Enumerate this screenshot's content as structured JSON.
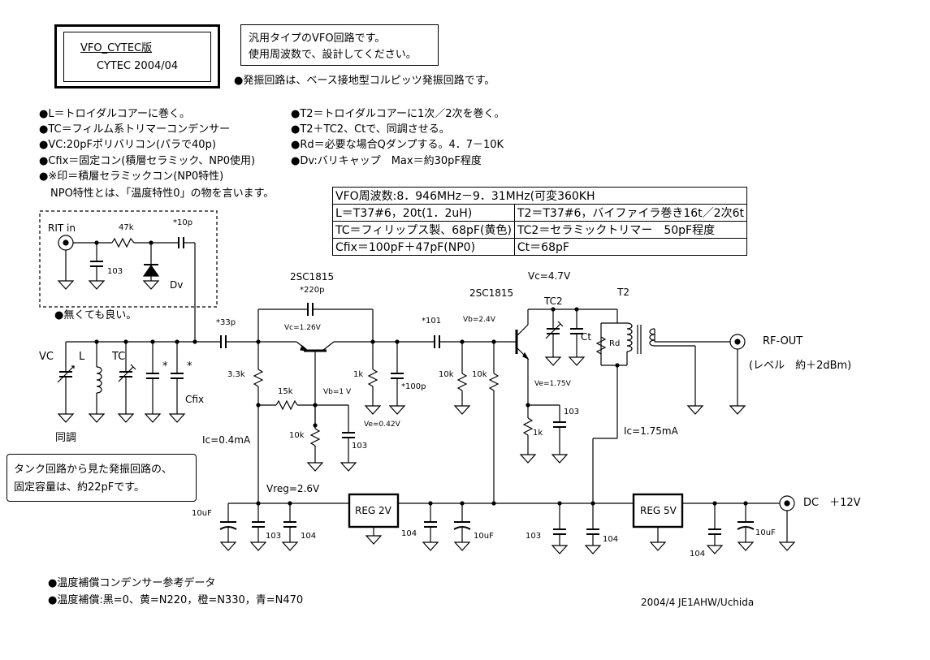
{
  "title_box": {
    "title": "VFO_CYTEC版",
    "subtitle": "CYTEC 2004/04"
  },
  "note_box": {
    "line1": "汎用タイプのVFO回路です。",
    "line2": "使用周波数で、設計してください。"
  },
  "osc_note": "●発振回路は、ベース接地型コルピッツ発振回路です。",
  "legend_left": [
    "●L＝トロイダルコアーに巻く。",
    "●TC＝フィルム系トリマーコンデンサー",
    "●VC:20pFポリバリコン(パラで40p)",
    "●Cfix＝固定コン(積層セラミック、NP0使用)",
    "●※印＝積層セラミックコン(NP0特性)",
    "NPO特性とは、「温度特性0」の物を言います。"
  ],
  "legend_right": [
    "●T2＝トロイダルコアーに1次／2次を巻く。",
    "●T2＋TC2、Ctで、同調させる。",
    "●Rd＝必要な場合Qダンプする。4．7－10K",
    "●Dv:バリキャップ　Max＝約30pF程度"
  ],
  "spec_table": {
    "header": "VFO周波数:8．946MHz－9．31MHz(可変360KH",
    "rows": [
      [
        "L＝T37#6，20t(1．2uH)",
        "T2＝T37#6，バイファイラ巻き16t／2次6t"
      ],
      [
        "TC＝フィリップス製、68pF(黄色)",
        "TC2＝セラミックトリマー　50pF程度"
      ],
      [
        "Cfix＝100pF＋47pF(NP0)",
        "Ct＝68pF"
      ]
    ]
  },
  "labels": {
    "rit_in": "RIT in",
    "r47k": "47k",
    "c10p": "*10p",
    "c103_rit": "103",
    "dv": "Dv",
    "optional": "●無くても良い。",
    "vc": "VC",
    "l": "L",
    "tc": "TC",
    "star1": "*",
    "star2": "*",
    "cfix": "Cfix",
    "tune": "同調",
    "c33p": "*33p",
    "q1_name": "2SC1815",
    "c220p": "*220p",
    "vc_q1": "Vc=1.26V",
    "r3k3": "3.3k",
    "r15k": "15k",
    "vb_q1": "Vb=1 V",
    "r10k_q1": "10k",
    "ve_q1": "Ve=0.42V",
    "c103_q1": "103",
    "r1k_q1": "1k",
    "c100p": "*100p",
    "ic_q1": "Ic=0.4mA",
    "vreg": "Vreg=2.6V",
    "c101": "*101",
    "vb_q2": "Vb=2.4V",
    "q2_name": "2SC1815",
    "r10k_a": "10k",
    "r10k_b": "10k",
    "vc_q2": "Vc=4.7V",
    "tc2": "TC2",
    "ct": "Ct",
    "t2": "T2",
    "rd": "Rd",
    "ve_q2": "Ve=1.75V",
    "r1k_q2": "1k",
    "c103_q2": "103",
    "ic_q2": "Ic=1.75mA",
    "rf_out": "RF-OUT",
    "rf_level": "(レベル　約＋2dBm)",
    "c10uf_a": "10uF",
    "c103_a": "103",
    "c104_a": "104",
    "reg2v": "REG 2V",
    "c104_b": "104",
    "c10uf_b": "10uF",
    "c103_b": "103",
    "c104_c": "104",
    "reg5v": "REG 5V",
    "c104_d": "104",
    "c10uf_c": "10uF",
    "dc": "DC　＋12V"
  },
  "tank_note": {
    "line1": "タンク回路から見た発振回路の、",
    "line2": "固定容量は、約22pFです。"
  },
  "footer": {
    "temp1": "●温度補償コンデンサー参考データ",
    "temp2": "●温度補償:黒=0、黄=N220，橙=N330，青=N470",
    "credit": "2004/4 JE1AHW/Uchida"
  }
}
